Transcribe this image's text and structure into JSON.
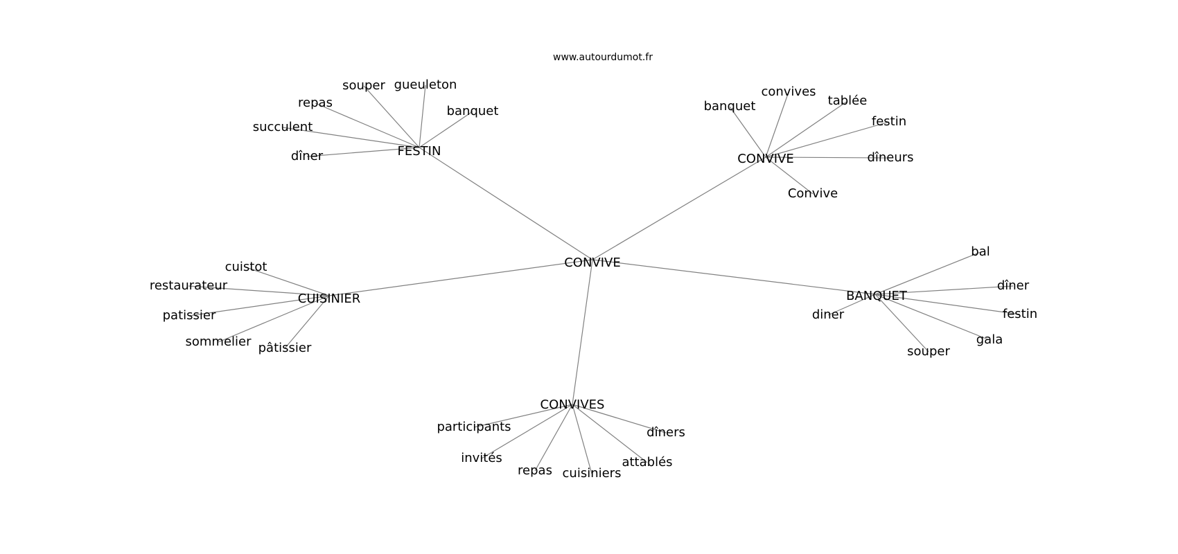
{
  "source": "www.autourdumot.fr",
  "center": {
    "id": "root",
    "label": "CONVIVE"
  },
  "clusters": [
    {
      "id": "festin",
      "label": "FESTIN",
      "words": [
        "souper",
        "gueuleton",
        "repas",
        "banquet",
        "succulent",
        "dîner"
      ]
    },
    {
      "id": "convive",
      "label": "CONVIVE",
      "words": [
        "convives",
        "banquet",
        "tablée",
        "festin",
        "dîneurs",
        "Convive"
      ]
    },
    {
      "id": "cuisinier",
      "label": "CUISINIER",
      "words": [
        "cuistot",
        "restaurateur",
        "patissier",
        "sommelier",
        "pâtissier"
      ]
    },
    {
      "id": "banquet",
      "label": "BANQUET",
      "words": [
        "bal",
        "dîner",
        "festin",
        "diner",
        "gala",
        "souper"
      ]
    },
    {
      "id": "convives",
      "label": "CONVIVES",
      "words": [
        "participants",
        "dîners",
        "invités",
        "attablés",
        "repas",
        "cuisiniers"
      ]
    }
  ],
  "colors": {
    "edge": "#808080",
    "text": "#000000",
    "background": "#ffffff"
  }
}
